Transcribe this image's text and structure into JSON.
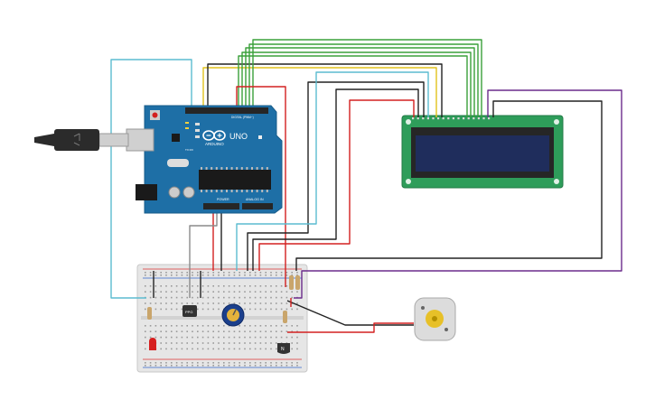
{
  "board": {
    "brand": "ARDUINO",
    "model": "UNO",
    "digital_header": "DIGITAL (PWM~)",
    "power_header": "POWER",
    "analog_header": "ANALOG IN",
    "ic_label": "TX RX"
  },
  "breadboard": {
    "chip_label": "PPG",
    "transistor_label": "N"
  },
  "colors": {
    "board_blue": "#1e6fa6",
    "lcd_green": "#2e9d5a",
    "lcd_screen": "#1f2d5c",
    "wire_red": "#d32020",
    "wire_black": "#222222",
    "wire_green": "#3aa03a",
    "wire_yellow": "#e2c21c",
    "wire_purple": "#6b2c8c",
    "wire_cyan": "#5bbcd0",
    "wire_grey": "#8a8a8a"
  },
  "icons": [
    "usb-cable-icon",
    "potentiometer-icon",
    "dc-motor-icon",
    "led-icon",
    "resistor-icon"
  ]
}
